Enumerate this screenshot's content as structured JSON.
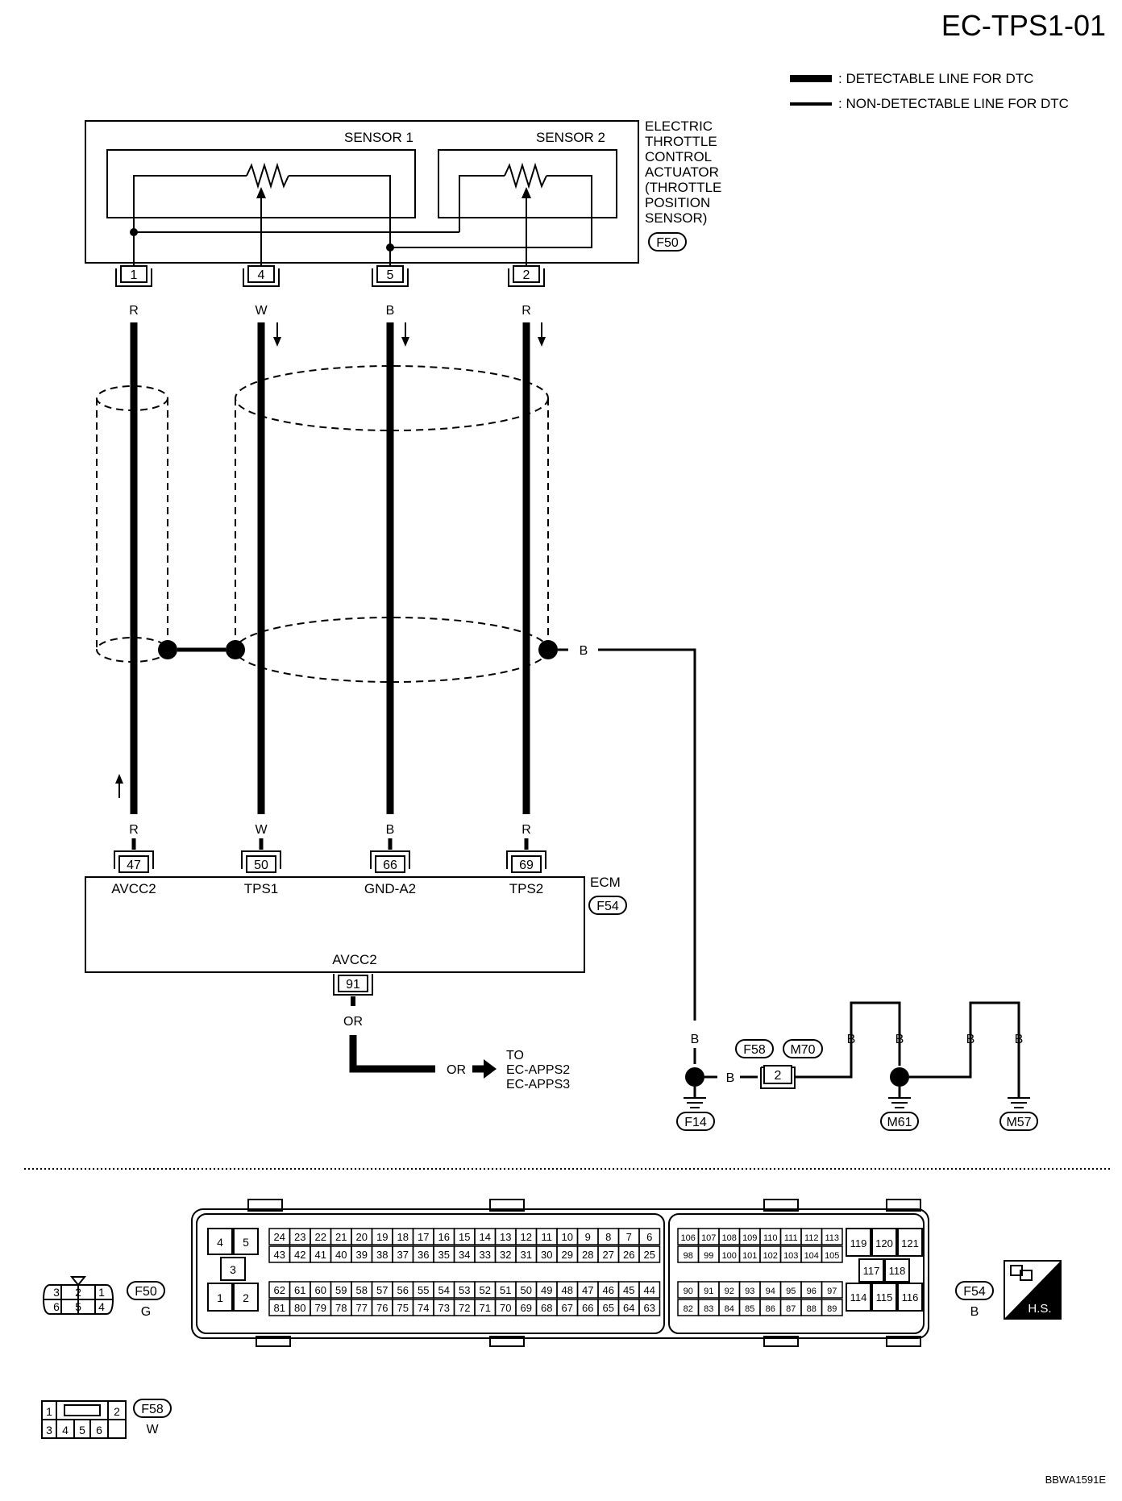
{
  "title": "EC-TPS1-01",
  "legend": {
    "detectable": ": DETECTABLE LINE FOR DTC",
    "non_detectable": ": NON-DETECTABLE LINE FOR DTC"
  },
  "actuator": {
    "name_lines": [
      "ELECTRIC",
      "THROTTLE",
      "CONTROL",
      "ACTUATOR",
      "(THROTTLE",
      "POSITION",
      "SENSOR)"
    ],
    "connector": "F50",
    "sensor1": "SENSOR 1",
    "sensor2": "SENSOR 2",
    "pins": [
      "1",
      "4",
      "5",
      "2"
    ]
  },
  "wires": {
    "top_colors": [
      "R",
      "W",
      "B",
      "R"
    ],
    "bottom_colors": [
      "R",
      "W",
      "B",
      "R"
    ],
    "shield_color": "B"
  },
  "ecm": {
    "name": "ECM",
    "connector": "F54",
    "pins": [
      "47",
      "50",
      "66",
      "69"
    ],
    "signals": [
      "AVCC2",
      "TPS1",
      "GND-A2",
      "TPS2"
    ],
    "lower_signal": "AVCC2",
    "lower_pin": "91",
    "lower_color": "OR",
    "out_color": "OR",
    "to_lines": [
      "TO",
      "EC-APPS2",
      "EC-APPS3"
    ]
  },
  "ground": {
    "vertical_color": "B",
    "left_color": "B",
    "connector_a": "F58",
    "connector_b": "M70",
    "joint_pin": "2",
    "colors_right": [
      "B",
      "B",
      "B",
      "B"
    ],
    "grounds": [
      "F14",
      "M61",
      "M57"
    ]
  },
  "connector_views": {
    "f50": {
      "label": "F50",
      "color": "G",
      "pins": [
        "3",
        "2",
        "1",
        "6",
        "5",
        "4"
      ]
    },
    "f54": {
      "label": "F54",
      "color": "B",
      "left_pins": [
        "4",
        "5",
        "3",
        "1",
        "2"
      ],
      "row1": [
        "24",
        "23",
        "22",
        "21",
        "20",
        "19",
        "18",
        "17",
        "16",
        "15",
        "14",
        "13",
        "12",
        "11",
        "10",
        "9",
        "8",
        "7",
        "6"
      ],
      "row2": [
        "43",
        "42",
        "41",
        "40",
        "39",
        "38",
        "37",
        "36",
        "35",
        "34",
        "33",
        "32",
        "31",
        "30",
        "29",
        "28",
        "27",
        "26",
        "25"
      ],
      "row3": [
        "62",
        "61",
        "60",
        "59",
        "58",
        "57",
        "56",
        "55",
        "54",
        "53",
        "52",
        "51",
        "50",
        "49",
        "48",
        "47",
        "46",
        "45",
        "44"
      ],
      "row4": [
        "81",
        "80",
        "79",
        "78",
        "77",
        "76",
        "75",
        "74",
        "73",
        "72",
        "71",
        "70",
        "69",
        "68",
        "67",
        "66",
        "65",
        "64",
        "63"
      ],
      "mid_row1": [
        "106",
        "107",
        "108",
        "109",
        "110",
        "111",
        "112",
        "113"
      ],
      "mid_row2": [
        "98",
        "99",
        "100",
        "101",
        "102",
        "103",
        "104",
        "105"
      ],
      "mid_row3": [
        "90",
        "91",
        "92",
        "93",
        "94",
        "95",
        "96",
        "97"
      ],
      "mid_row4": [
        "82",
        "83",
        "84",
        "85",
        "86",
        "87",
        "88",
        "89"
      ],
      "right_top": [
        "119",
        "120",
        "121"
      ],
      "right_mid": [
        "117",
        "118"
      ],
      "right_bot": [
        "114",
        "115",
        "116"
      ],
      "hs": "H.S."
    },
    "f58": {
      "label": "F58",
      "color": "W",
      "pins": [
        "1",
        "2",
        "3",
        "4",
        "5",
        "6"
      ]
    }
  },
  "figure_code": "BBWA1591E"
}
